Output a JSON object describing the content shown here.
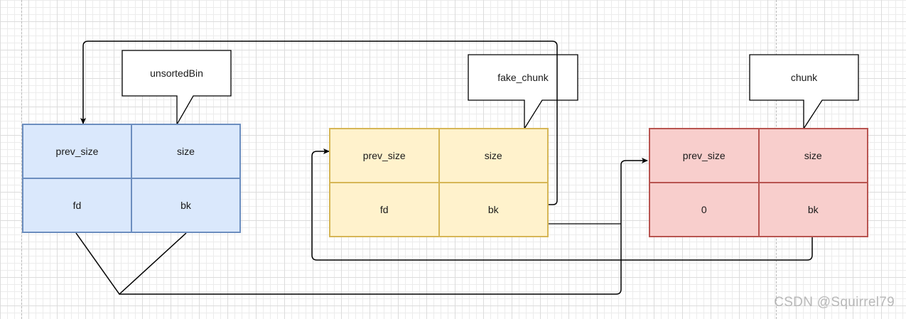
{
  "colors": {
    "blue_fill": "#dae8fc",
    "blue_stroke": "#6c8ebf",
    "yellow_fill": "#fff2cc",
    "yellow_stroke": "#d6b656",
    "red_fill": "#f8cecc",
    "red_stroke": "#b85450",
    "edge": "#000000"
  },
  "callouts": {
    "unsorted_bin": "unsortedBin",
    "fake_chunk": "fake_chunk",
    "chunk": "chunk"
  },
  "unsorted_bin_block": {
    "prev_size": "prev_size",
    "size": "size",
    "fd": "fd",
    "bk": "bk"
  },
  "fake_chunk_block": {
    "prev_size": "prev_size",
    "size": "size",
    "fd": "fd",
    "bk": "bk"
  },
  "chunk_block": {
    "prev_size": "prev_size",
    "size": "size",
    "fd": "0",
    "bk": "bk"
  },
  "watermark": "CSDN @Squirrel79"
}
